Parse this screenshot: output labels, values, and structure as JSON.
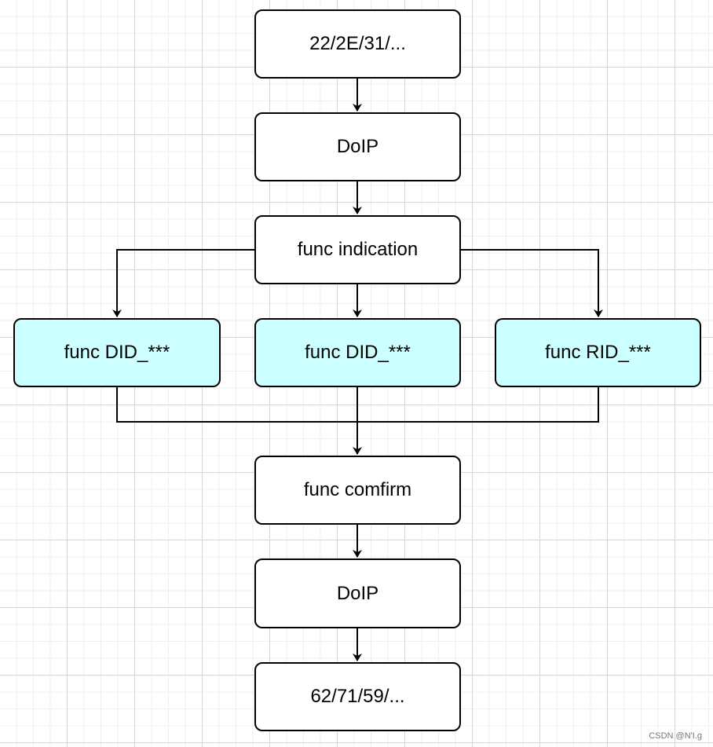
{
  "nodes": {
    "request": "22/2E/31/...",
    "doip_in": "DoIP",
    "indication": "func indication",
    "did_left": "func DID_***",
    "did_mid": "func DID_***",
    "rid_right": "func RID_***",
    "confirm": "func comfirm",
    "doip_out": "DoIP",
    "response": "62/71/59/..."
  },
  "colors": {
    "box_fill": "#ffffff",
    "func_fill": "#ccffff",
    "stroke": "#000000"
  },
  "edges": [
    [
      "request",
      "doip_in"
    ],
    [
      "doip_in",
      "indication"
    ],
    [
      "indication",
      "did_left"
    ],
    [
      "indication",
      "did_mid"
    ],
    [
      "indication",
      "rid_right"
    ],
    [
      "did_left",
      "confirm"
    ],
    [
      "did_mid",
      "confirm"
    ],
    [
      "rid_right",
      "confirm"
    ],
    [
      "confirm",
      "doip_out"
    ],
    [
      "doip_out",
      "response"
    ]
  ],
  "watermark": "CSDN @N'I.g"
}
